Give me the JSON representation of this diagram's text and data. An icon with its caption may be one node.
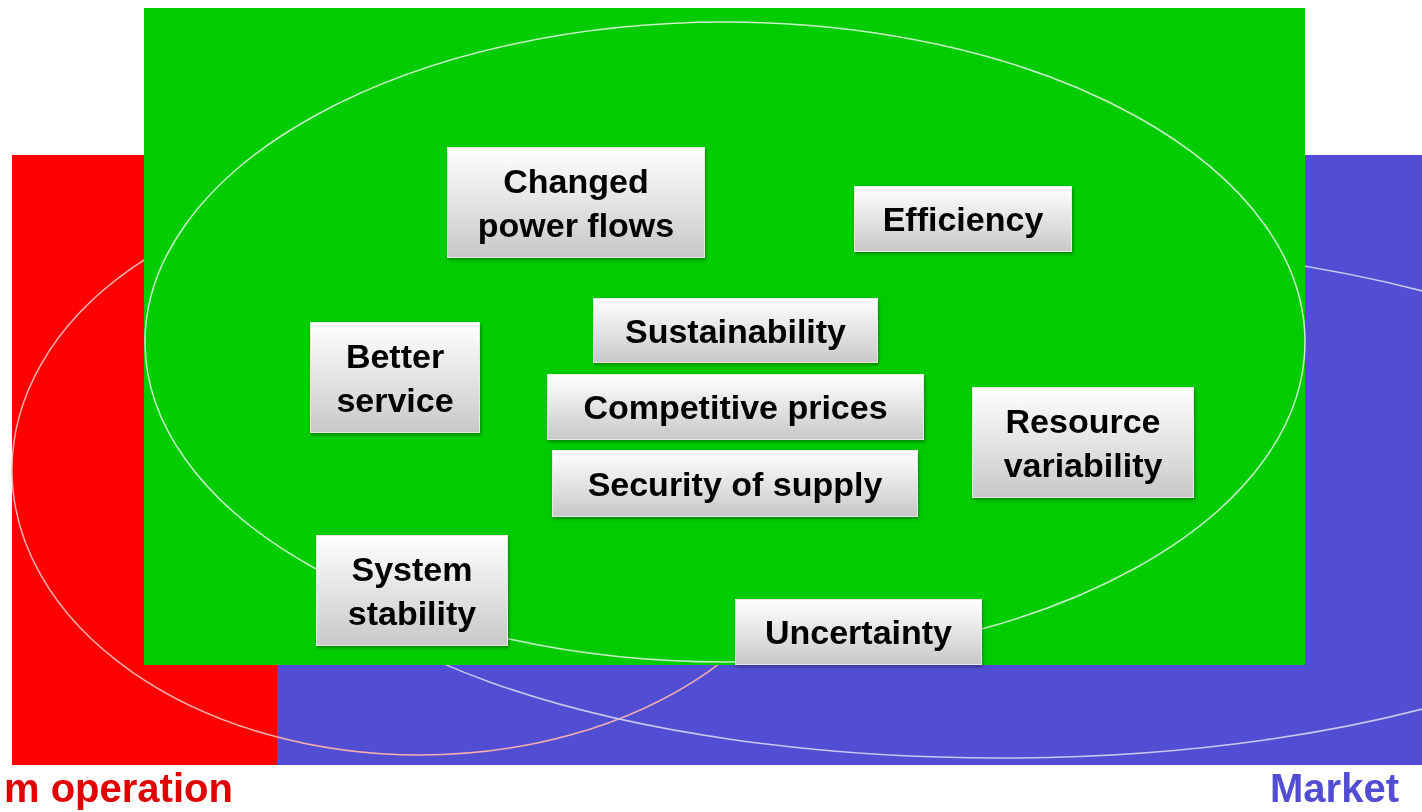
{
  "diagram": {
    "nodes": [
      {
        "text": [
          "Changed power flows"
        ]
      },
      {
        "text": [
          "Efficiency"
        ]
      },
      {
        "text": [
          "Better service"
        ]
      },
      {
        "text": [
          "Sustainability"
        ]
      },
      {
        "text": [
          "Competitive prices"
        ]
      },
      {
        "text": [
          "Resource variability"
        ]
      },
      {
        "text": [
          "Security of supply"
        ]
      },
      {
        "text": [
          "System stability"
        ]
      },
      {
        "text": [
          "Uncertainty"
        ]
      }
    ],
    "edges": [],
    "labels": [
      "m operation",
      "Market"
    ]
  }
}
